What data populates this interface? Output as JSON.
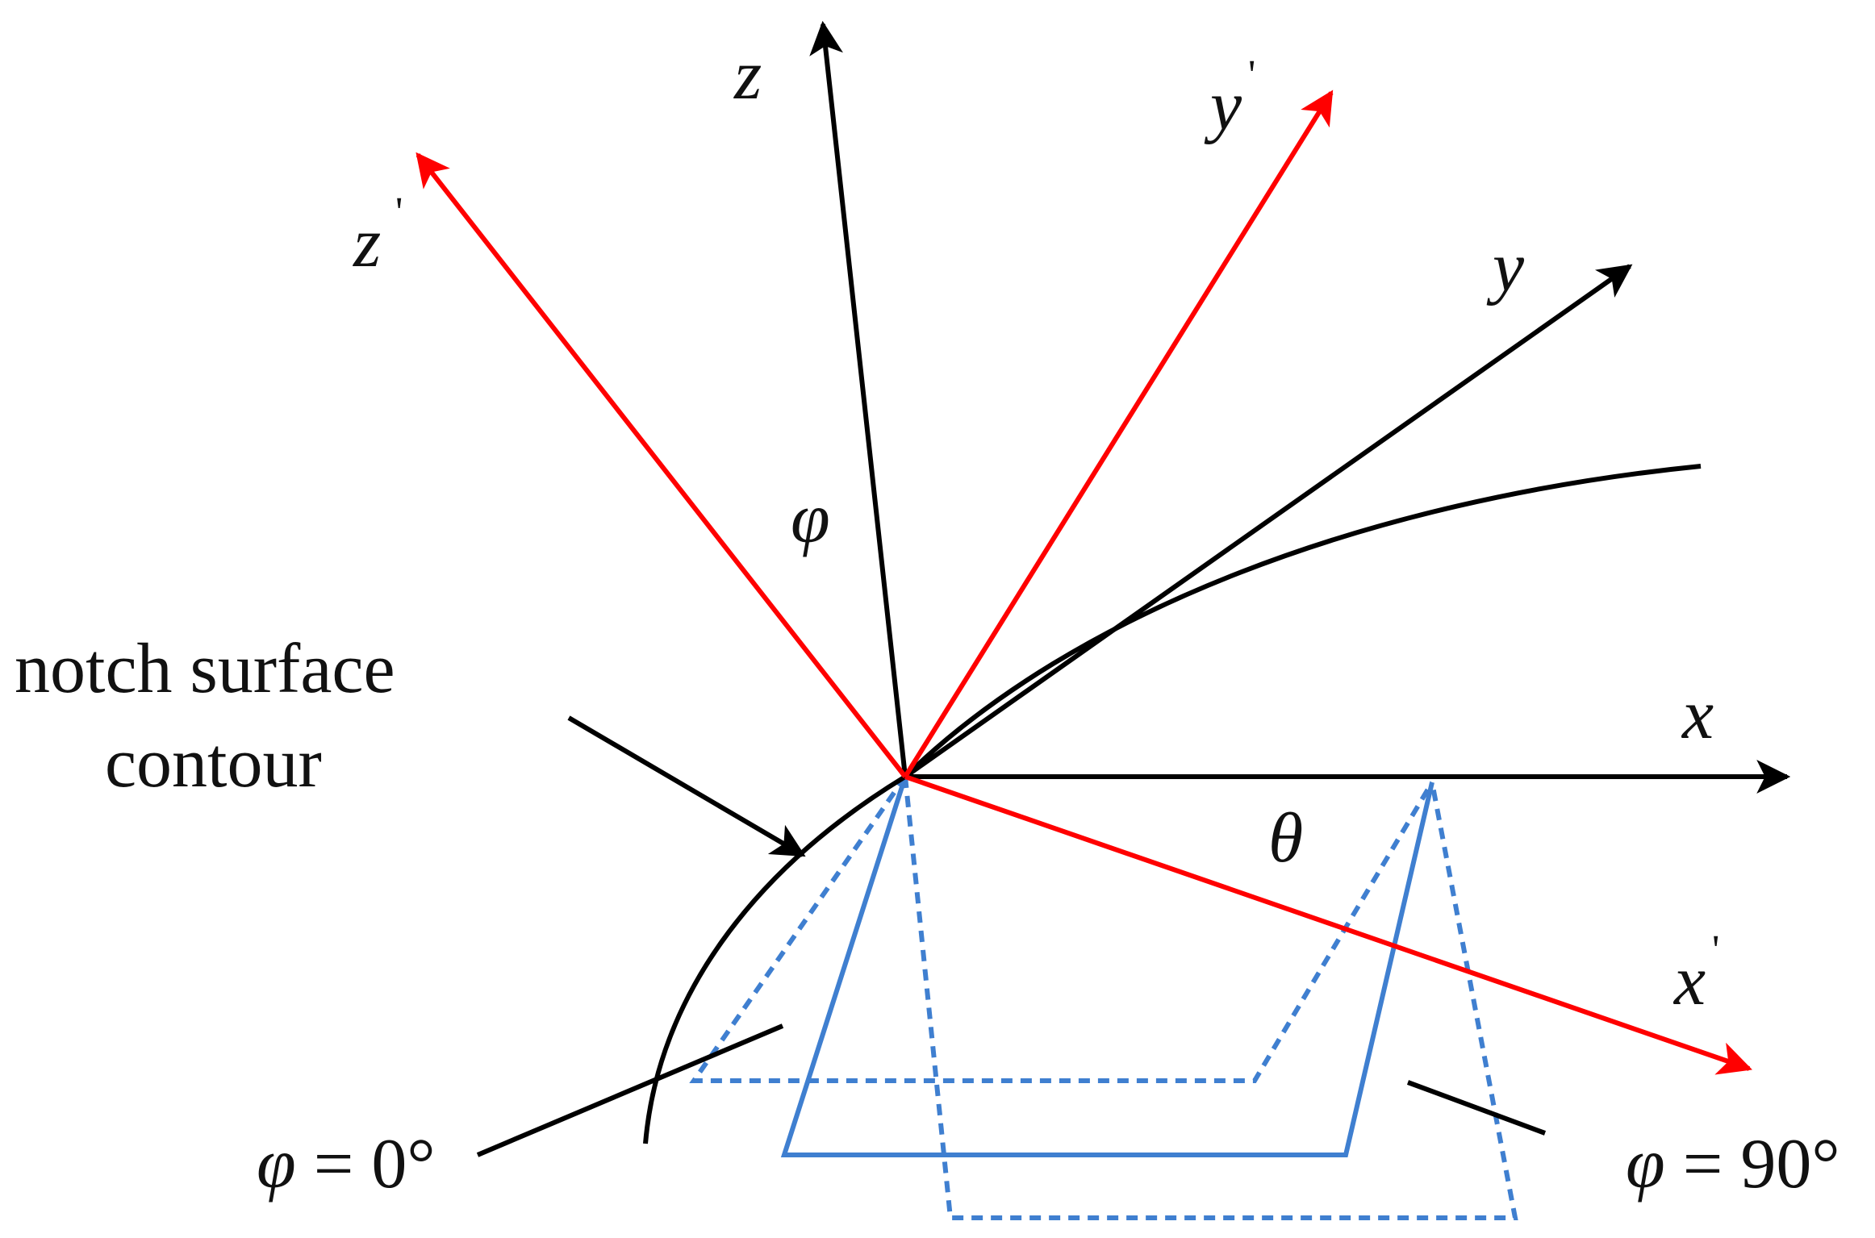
{
  "colors": {
    "original_axes": "#000000",
    "rotated_axes": "#ff0000",
    "notch_planes": "#3f7fd0"
  },
  "axes": {
    "x_label": "x",
    "y_label": "y",
    "z_label": "z",
    "x_prime_label": "x",
    "y_prime_label": "y",
    "z_prime_label": "z",
    "prime_mark": "'"
  },
  "angles": {
    "phi_label": "φ",
    "theta_label": "θ"
  },
  "annotations": {
    "notch_line1": "notch surface",
    "notch_line2": "contour",
    "phi0_symbol": "φ",
    "phi0_value": " = 0°",
    "phi90_symbol": "φ",
    "phi90_value": " = 90°"
  }
}
